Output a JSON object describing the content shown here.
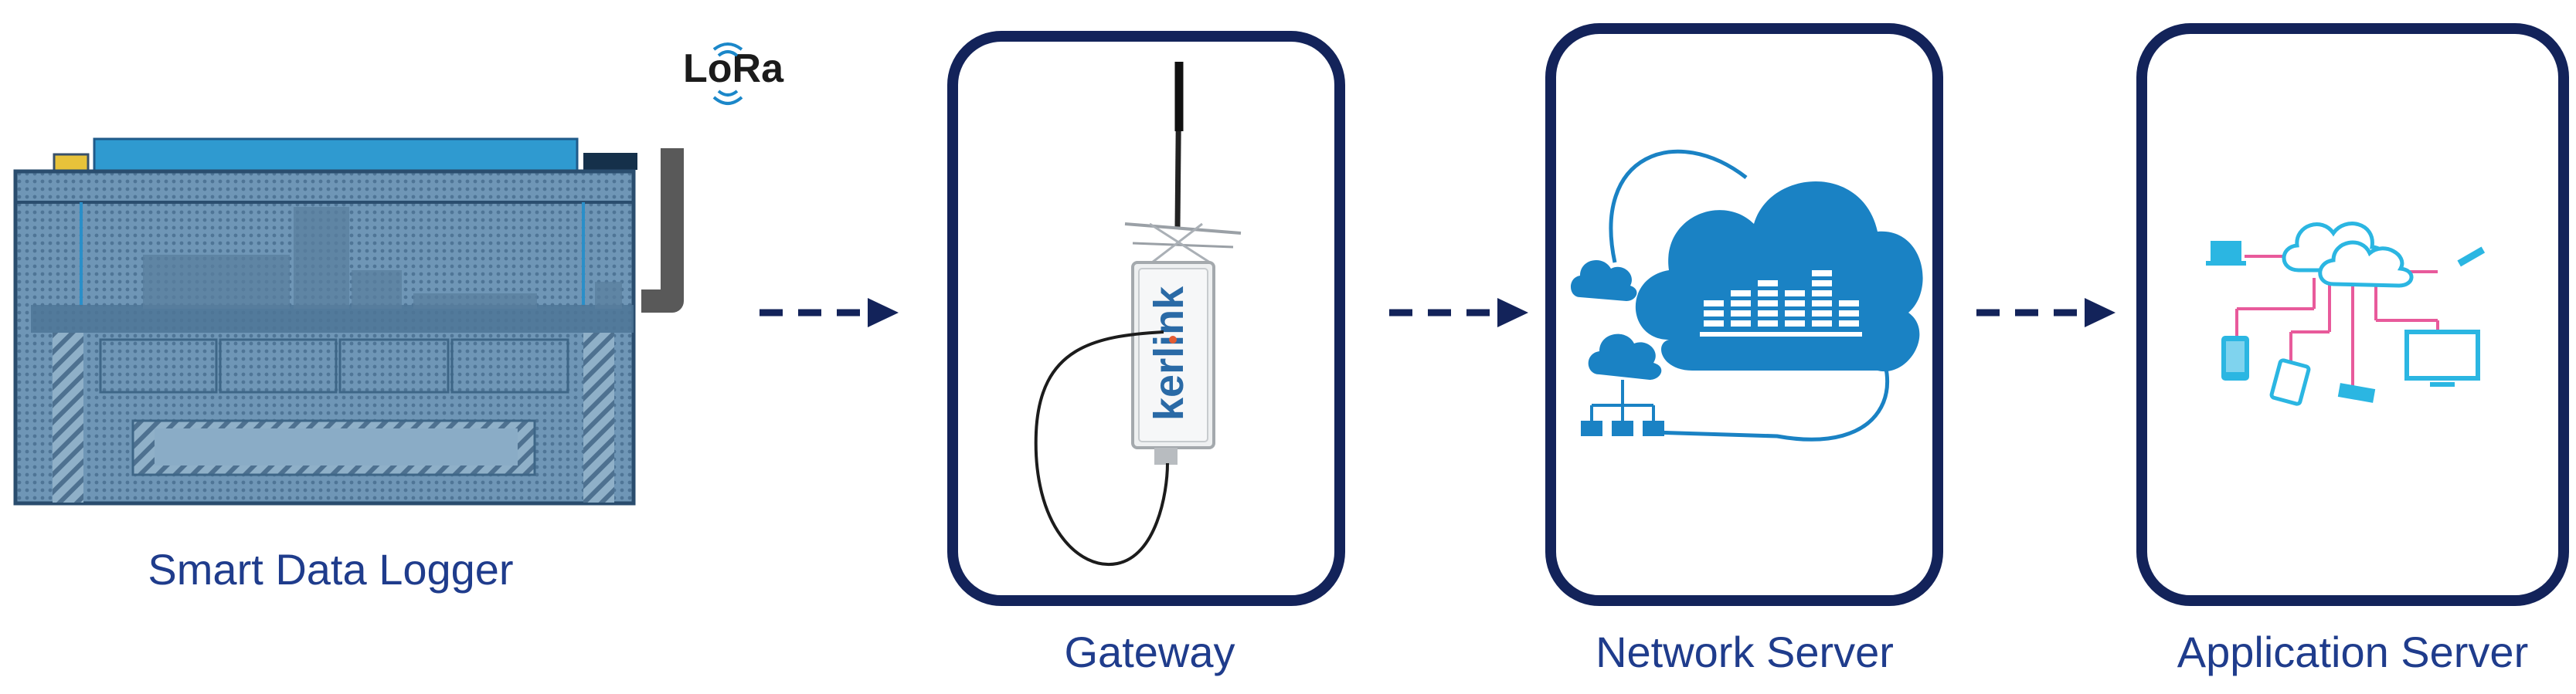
{
  "diagram": {
    "nodes": [
      {
        "id": "logger",
        "label": "Smart Data Logger"
      },
      {
        "id": "gateway",
        "label": "Gateway",
        "device_brand": "kerlink"
      },
      {
        "id": "network",
        "label": "Network Server"
      },
      {
        "id": "application",
        "label": "Application Server"
      }
    ],
    "badge": {
      "text": "LoRa"
    },
    "arrows": [
      {
        "from": "logger",
        "to": "gateway",
        "style": "dashed"
      },
      {
        "from": "gateway",
        "to": "network",
        "style": "dashed"
      },
      {
        "from": "network",
        "to": "application",
        "style": "dashed"
      }
    ]
  },
  "colors": {
    "frame": "#13235a",
    "caption": "#1f3c8c",
    "arrow": "#13235a",
    "cloud": "#1a82c4",
    "lora": "#1b87c9",
    "pink": "#e85a9b",
    "cyan": "#2bb6e2",
    "logger_body": "#5d87a8"
  }
}
